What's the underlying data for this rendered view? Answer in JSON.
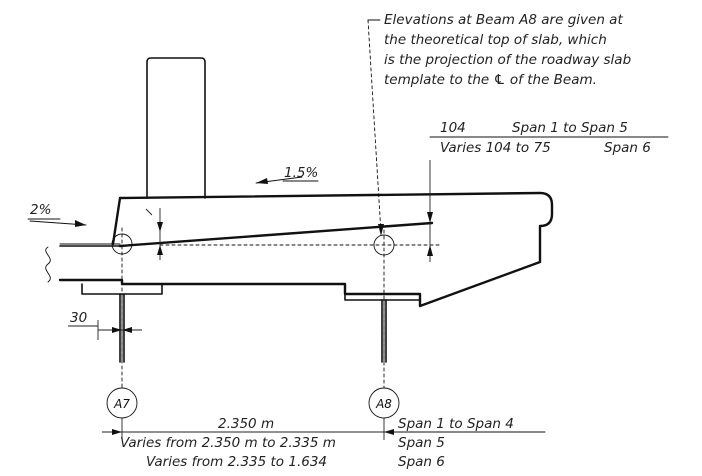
{
  "note": {
    "lines": [
      "Elevations at Beam A8 are given at",
      "the theoretical top of slab, which",
      "is the projection of the roadway slab",
      "template to the ℄ of the Beam."
    ]
  },
  "right_dim": {
    "rows": [
      {
        "value": "104",
        "span": "Span 1 to Span 5"
      },
      {
        "value": "Varies 104 to 75",
        "span": "Span 6"
      }
    ]
  },
  "slopes": {
    "deck": "1.5%",
    "left": "2%"
  },
  "offset_dim": "30",
  "beams": {
    "left": "A7",
    "right": "A8"
  },
  "bottom_dim": {
    "rows": [
      {
        "value": "2.350 m",
        "span": "Span 1 to Span 4"
      },
      {
        "value": "Varies from 2.350 m to 2.335 m",
        "span": "Span 5"
      },
      {
        "value": "Varies from 2.335 to 1.634",
        "span": "Span 6"
      }
    ]
  },
  "colors": {
    "ink": "#111111",
    "background": "#ffffff"
  }
}
